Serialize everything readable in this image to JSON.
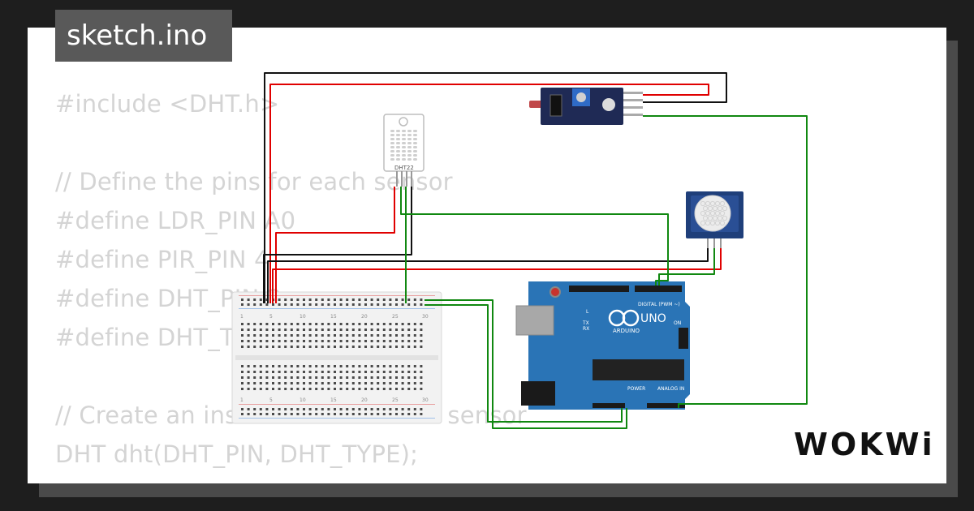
{
  "project": {
    "filename": "sketch.ino"
  },
  "code_lines": [
    "#include <DHT.h>",
    "",
    "// Define the pins for each sensor",
    "#define LDR_PIN A0",
    "#define PIR_PIN 4",
    "#define DHT_PIN 2",
    "#define DHT_TYPE DHT22",
    "",
    "// Create an instance of the DHT sensor",
    "DHT dht(DHT_PIN, DHT_TYPE);"
  ],
  "components": {
    "dht": {
      "label": "DHT22"
    },
    "arduino": {
      "model": "UNO",
      "brand": "ARDUINO",
      "digital_label": "DIGITAL (PWM ~)",
      "power_label": "POWER",
      "analog_label": "ANALOG IN",
      "on_label": "ON",
      "tx_label": "TX",
      "rx_label": "RX",
      "l_label": "L"
    },
    "breadboard": {
      "column_numbers": [
        "1",
        "5",
        "10",
        "15",
        "20",
        "25",
        "30"
      ]
    }
  },
  "brand": {
    "logo_text": "WOKWi"
  },
  "colors": {
    "background": "#1e1e1e",
    "card": "#ffffff",
    "code_text": "#d4d4d4",
    "wire_red": "#e00000",
    "wire_black": "#111111",
    "wire_green": "#108810",
    "arduino_blue": "#2a74b6",
    "module_navy": "#1f2a55"
  }
}
